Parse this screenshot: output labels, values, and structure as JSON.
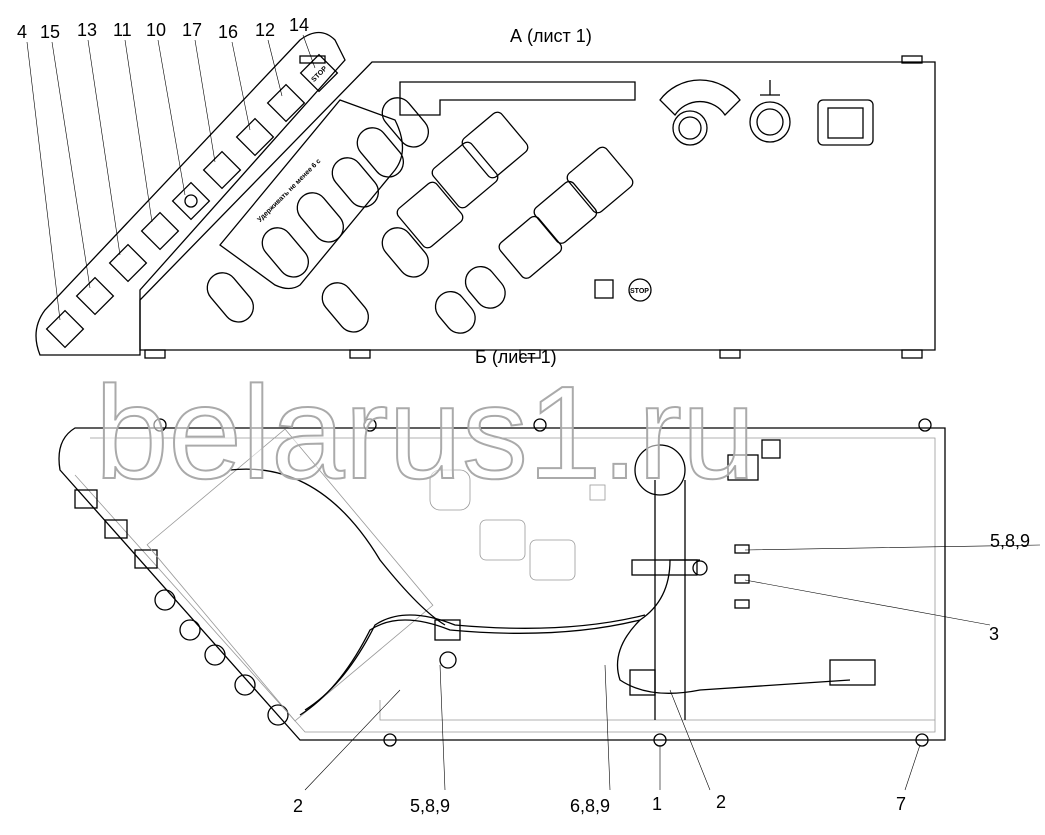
{
  "views": {
    "view_a_title": "А (лист 1)",
    "view_b_title": "Б (лист 1)"
  },
  "panel_a": {
    "hold_note": "Удерживать не менее 6 с",
    "stop_label": "STOP",
    "callouts": [
      "4",
      "15",
      "13",
      "11",
      "10",
      "17",
      "16",
      "12",
      "14"
    ]
  },
  "panel_b": {
    "callouts_right": [
      "5,8,9",
      "3"
    ],
    "callouts_bottom": [
      "2",
      "5,8,9",
      "6,8,9",
      "1",
      "2",
      "7"
    ]
  },
  "watermark": "belarus1.ru"
}
